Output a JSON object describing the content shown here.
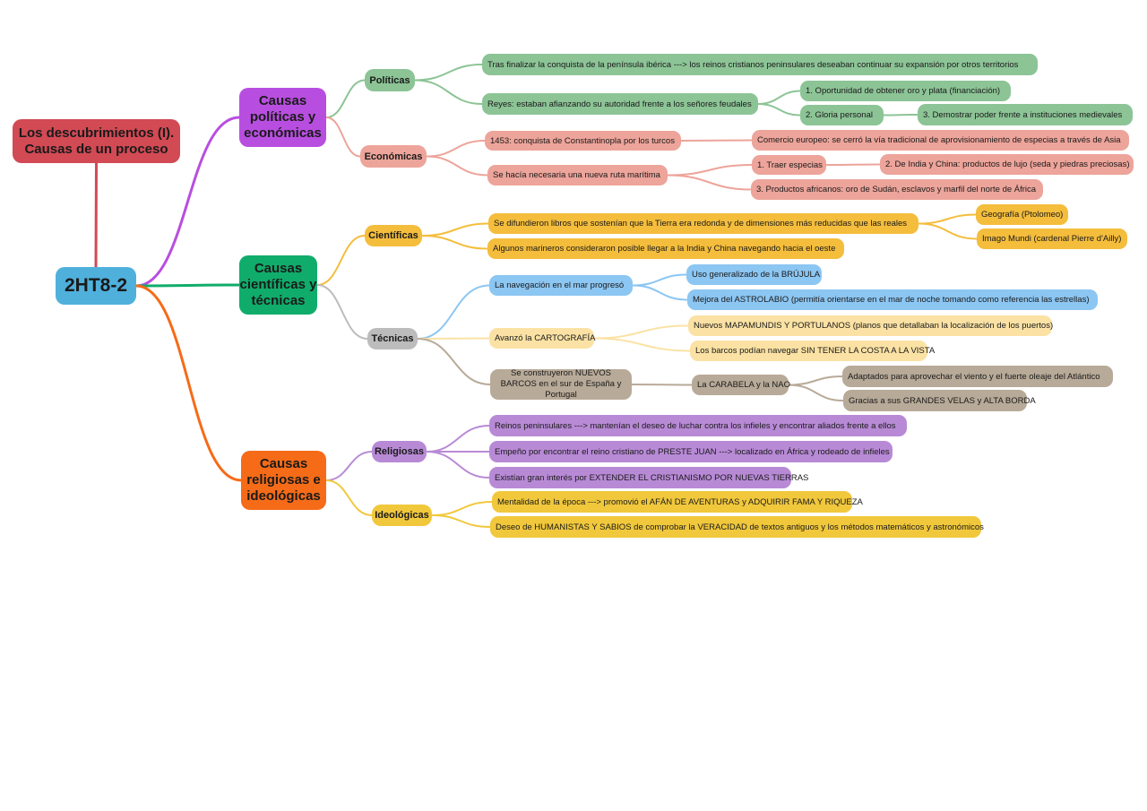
{
  "title": "Los descubrimientos (I). Causas de un proceso",
  "root": "2HT8-2",
  "colors": {
    "title": "#d24a54",
    "root": "#4fb0dc",
    "politicas": "#b84ee0",
    "cientificas": "#10ac6b",
    "religiosas": "#f56b18",
    "green": "#8cc496",
    "salmon": "#eda49a",
    "yellow": "#f4bd3c",
    "blue": "#8cc6f2",
    "lightyellow": "#fbe2a4",
    "taupe": "#b8aa98",
    "grey": "#bcbcbc",
    "purple": "#b88ad6",
    "gold": "#f1c83c"
  },
  "branches": {
    "politicas": {
      "label": "Causas políticas y económicas",
      "sub_politicas": "Políticas",
      "tras_finalizar": "Tras finalizar la conquista de la península ibérica ---> los reinos cristianos peninsulares deseaban continuar su expansión por otros territorios",
      "reyes": "Reyes: estaban afianzando su autoridad frente a los señores feudales",
      "oportunidad": "1. Oportunidad de obtener oro y plata (financiación)",
      "gloria": "2. Gloria personal",
      "demostrar": "3. Demostrar poder frente a instituciones medievales",
      "sub_economicas": "Económicas",
      "conquista_constantinopla": "1453: conquista de Constantinopla por los turcos",
      "comercio_europeo": "Comercio europeo: se cerró la vía tradicional de aprovisionamiento de especias a través de Asia",
      "nueva_ruta": "Se hacía necesaria una nueva ruta marítima",
      "traer_especias": "1. Traer especias",
      "india_china": "2. De India y China: productos de lujo (seda y piedras preciosas)",
      "africanos": "3. Productos africanos: oro de Sudán, esclavos y marfil del norte de África"
    },
    "cientificas": {
      "label": "Causas científicas y técnicas",
      "sub_cientificas": "Científicas",
      "libros": "Se difundieron libros que sostenían que la Tierra era redonda y de dimensiones más reducidas que las reales",
      "geografia": "Geografía (Ptolomeo)",
      "imago": "Imago Mundi (cardenal Pierre d'Ailly)",
      "marineros": "Algunos marineros consideraron posible llegar a la India y China navegando hacia el oeste",
      "sub_tecnicas": "Técnicas",
      "navegacion": "La navegación en el mar progresó",
      "brujula": "Uso generalizado de la BRÚJULA",
      "astrolabio": "Mejora del ASTROLABIO (permitía orientarse en el mar de noche tomando como referencia las estrellas)",
      "cartografia": "Avanzó la CARTOGRAFÍA",
      "mapamundis": "Nuevos MAPAMUNDIS Y PORTULANOS (planos que detallaban la localización de los puertos)",
      "barcos_costa": "Los barcos podían navegar SIN TENER LA COSTA A LA VISTA",
      "nuevos_barcos": "Se construyeron NUEVOS BARCOS en el sur de España y Portugal",
      "carabela": "La CARABELA y la NAO",
      "adaptados": "Adaptados para aprovechar el viento y el fuerte oleaje del Atlántico",
      "velas": "Gracias a sus GRANDES VELAS y ALTA BORDA"
    },
    "religiosas": {
      "label": "Causas religiosas e ideológicas",
      "sub_religiosas": "Religiosas",
      "reinos": "Reinos peninsulares ---> mantenían el deseo de luchar contra los infieles y encontrar aliados frente a ellos",
      "preste_juan": "Empeño por encontrar el reino cristiano de PRESTE JUAN ---> localizado en África y rodeado de infieles",
      "extender": "Existían gran interés por EXTENDER EL CRISTIANISMO POR NUEVAS TIERRAS",
      "sub_ideologicas": "Ideológicas",
      "mentalidad": "Mentalidad de la época ---> promovió el AFÁN DE AVENTURAS y ADQUIRIR FAMA Y RIQUEZA",
      "humanistas": "Deseo de HUMANISTAS Y SABIOS de comprobar la VERACIDAD de textos antiguos y los métodos matemáticos y astronómicos"
    }
  }
}
